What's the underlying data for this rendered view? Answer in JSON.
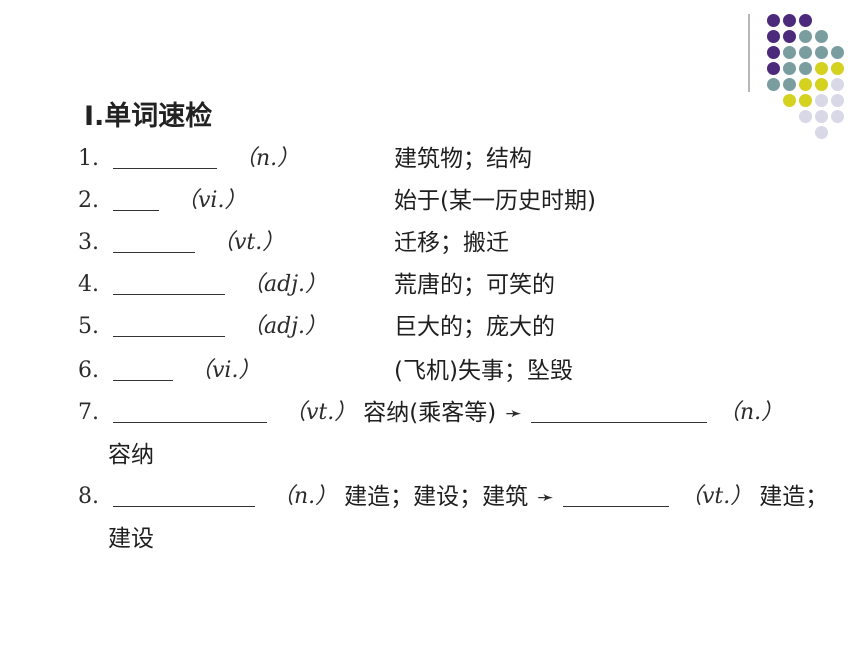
{
  "title": "Ⅰ.单词速检",
  "items": [
    {
      "num": "1.",
      "pos": "（n.）",
      "meaning": "建筑物；结构"
    },
    {
      "num": "2.",
      "pos": "（vi.）",
      "meaning": "始于(某一历史时期)"
    },
    {
      "num": "3.",
      "pos": "（vt.）",
      "meaning": "迁移；搬迁"
    },
    {
      "num": "4.",
      "pos": "（adj.）",
      "meaning": "荒唐的；可笑的"
    },
    {
      "num": "5.",
      "pos": "（adj.）",
      "meaning": "巨大的；庞大的"
    },
    {
      "num": "6.",
      "pos": "（vi.）",
      "meaning": "(飞机)失事；坠毁"
    }
  ],
  "item7": {
    "num": "7.",
    "pos1": "（vt.）",
    "meaning1": "容纳(乘客等)",
    "arrow": "➛",
    "pos2": "（n.）",
    "meaning2": "容纳"
  },
  "item8": {
    "num": "8.",
    "pos1": "（n.）",
    "meaning1": "建造；建设；建筑",
    "arrow": "➛",
    "pos2": "（vt.）",
    "meaning2_line1": "建造；",
    "meaning2_line2": "建设"
  }
}
